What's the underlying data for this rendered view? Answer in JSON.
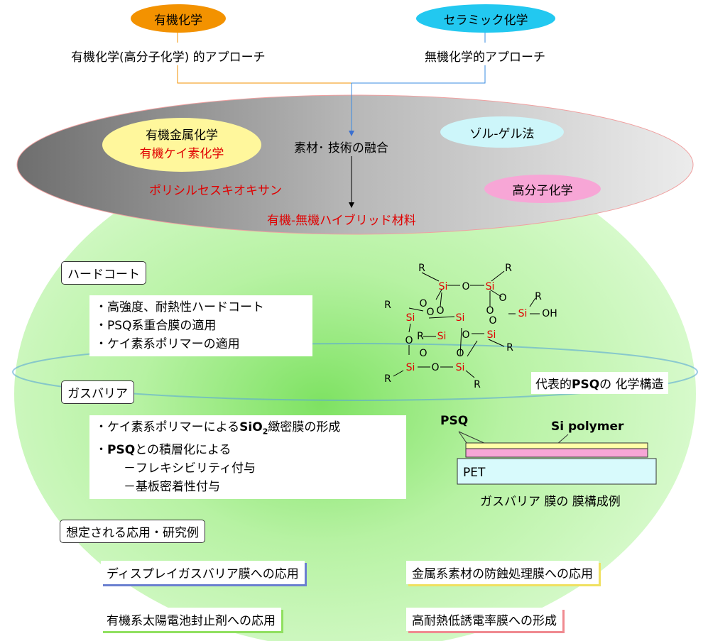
{
  "top": {
    "organic_pill": "有機化学",
    "ceramic_pill": "セラミック化学",
    "organic_approach": "有機化学(高分子化学) 的アプローチ",
    "inorganic_approach": "無機化学的アプローチ"
  },
  "disc": {
    "organometallic": "有機金属化学",
    "organosilicon": "有機ケイ素化学",
    "fusion": "素材･ 技術の融合",
    "solgel": "ゾル-ゲル法",
    "polymer_chem": "高分子化学",
    "polysilsesquioxane": "ポリシルセスキオキサン",
    "hybrid": "有機-無機ハイブリッド材料"
  },
  "hardcoat": {
    "title": "ハードコート",
    "items": [
      "・高強度、耐熱性ハードコート",
      "・PSQ系重合膜の適用",
      "・ケイ素系ポリマーの適用"
    ]
  },
  "gasbarrier": {
    "title": "ガスバリア",
    "line1_pre": "・ケイ素系ポリマーによる",
    "line1_chem": "SiO",
    "line1_sub": "2",
    "line1_post": "緻密膜の形成",
    "line2_pre": "・",
    "line2_bold": "PSQ",
    "line2_post": "との積層化による",
    "line3": "－フレキシビリティ付与",
    "line4": "－基板密着性付与"
  },
  "structure": {
    "caption_pre": "代表的",
    "caption_bold": "PSQ",
    "caption_post": "の 化学構造",
    "R": "R",
    "Si": "Si",
    "O": "O",
    "OH": "OH"
  },
  "film": {
    "psq_label": "PSQ",
    "si_polymer_label": "Si polymer",
    "pet_label": "PET",
    "caption": "ガスバリア 膜の 膜構成例"
  },
  "applications": {
    "title": "想定される応用・研究例",
    "items": [
      "ディスプレイガスバリア膜への応用",
      "金属系素材の防蝕処理膜への応用",
      "有機系太陽電池封止剤への応用",
      "高耐熱低誘電率膜への形成"
    ]
  },
  "colors": {
    "organic_pill": "#f39200",
    "ceramic_pill": "#22c8f0",
    "solgel_pill": "#cdf6fa",
    "polymer_pill": "#f7a6d6",
    "organometallic_pill": "#fff79c",
    "accent_red": "#e00000",
    "sphere": "#c8f5b8"
  }
}
